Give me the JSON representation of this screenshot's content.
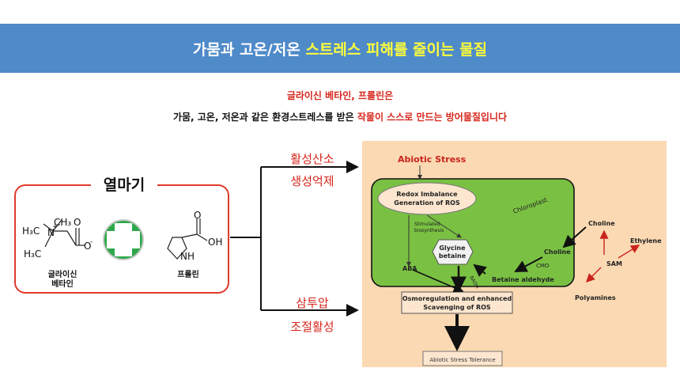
{
  "banner": {
    "title_main": "가뭄과 고온/저온 ",
    "title_highlight": "스트레스 피해를 줄이는 물질",
    "bg_color": "#4f8ac9",
    "highlight_color": "#ffff3a"
  },
  "subtitle": {
    "line1": "글라이신 베타인, 프롤린은",
    "line2_black": "가뭄, 고온, 저온과 같은 환경스트레스를 받은 ",
    "line2_red": "작물이 스스로 만드는 방어물질입니다"
  },
  "left": {
    "box_label": "열마기",
    "molecule1_name_1": "글라이신",
    "molecule1_name_2": "베타인",
    "molecule2_name": "프롤린",
    "chem": {
      "h3c_top": "H₃C",
      "ch3": "CH₃",
      "n": "N",
      "plus": "+",
      "o_top": "O",
      "o_minus": "O",
      "minus": "-",
      "h3c_bottom": "H₃C",
      "o_pro": "O",
      "oh": "OH",
      "nh": "NH"
    },
    "plus_icon": "green-plus-circle"
  },
  "arrows": {
    "upper_1": "활성산소",
    "upper_2": "생성억제",
    "lower_1": "삼투압",
    "lower_2": "조절활성"
  },
  "diagram": {
    "abiotic_stress": "Abiotic Stress",
    "redox_1": "Redox Imbalance",
    "redox_2": "Generation of ROS",
    "chloroplast": "Chloroplast",
    "stim_1": "Stimulated",
    "stim_2": "biosynthesis",
    "glycine_1": "Glycine",
    "glycine_2": "betaine",
    "aba": "ABA",
    "badh": "BADH",
    "betaine_aldehyde": "Betaine aldehyde",
    "cmo": "CMO",
    "choline_inner": "Choline",
    "choline_outer": "Choline",
    "ethylene": "Ethylene",
    "sam": "SAM",
    "polyamines": "Polyamines",
    "osmo_1": "Osmoregulation and enhanced",
    "osmo_2": "Scavenging of ROS",
    "tolerance": "Abiotic Stress Tolerance"
  }
}
